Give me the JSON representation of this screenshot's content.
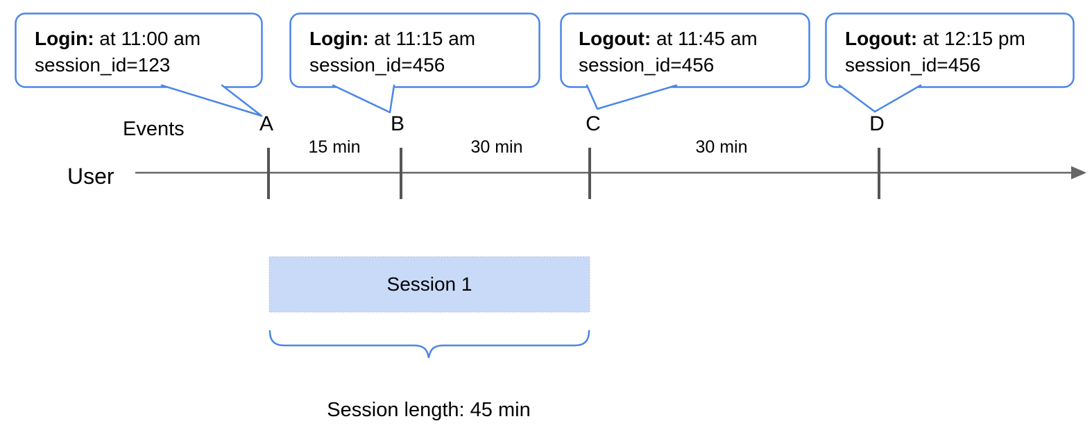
{
  "callouts": [
    {
      "event": "Login:",
      "time": " at 11:00 am",
      "session": "session_id=123"
    },
    {
      "event": "Login:",
      "time": " at 11:15 am",
      "session": "session_id=456"
    },
    {
      "event": "Logout:",
      "time": " at 11:45 am",
      "session": "session_id=456"
    },
    {
      "event": "Logout:",
      "time": " at 12:15 pm",
      "session": "session_id=456"
    }
  ],
  "timeline": {
    "events_label": "Events",
    "user_label": "User",
    "event_letters": [
      "A",
      "B",
      "C",
      "D"
    ],
    "intervals": [
      "15 min",
      "30 min",
      "30 min"
    ]
  },
  "session": {
    "box_label": "Session 1",
    "length_label": "Session length: 45 min"
  },
  "colors": {
    "callout_border": "#4a86e8",
    "session_fill": "#c9daf8",
    "line_gray": "#666666",
    "tick_gray": "#555555",
    "text": "#000000"
  }
}
